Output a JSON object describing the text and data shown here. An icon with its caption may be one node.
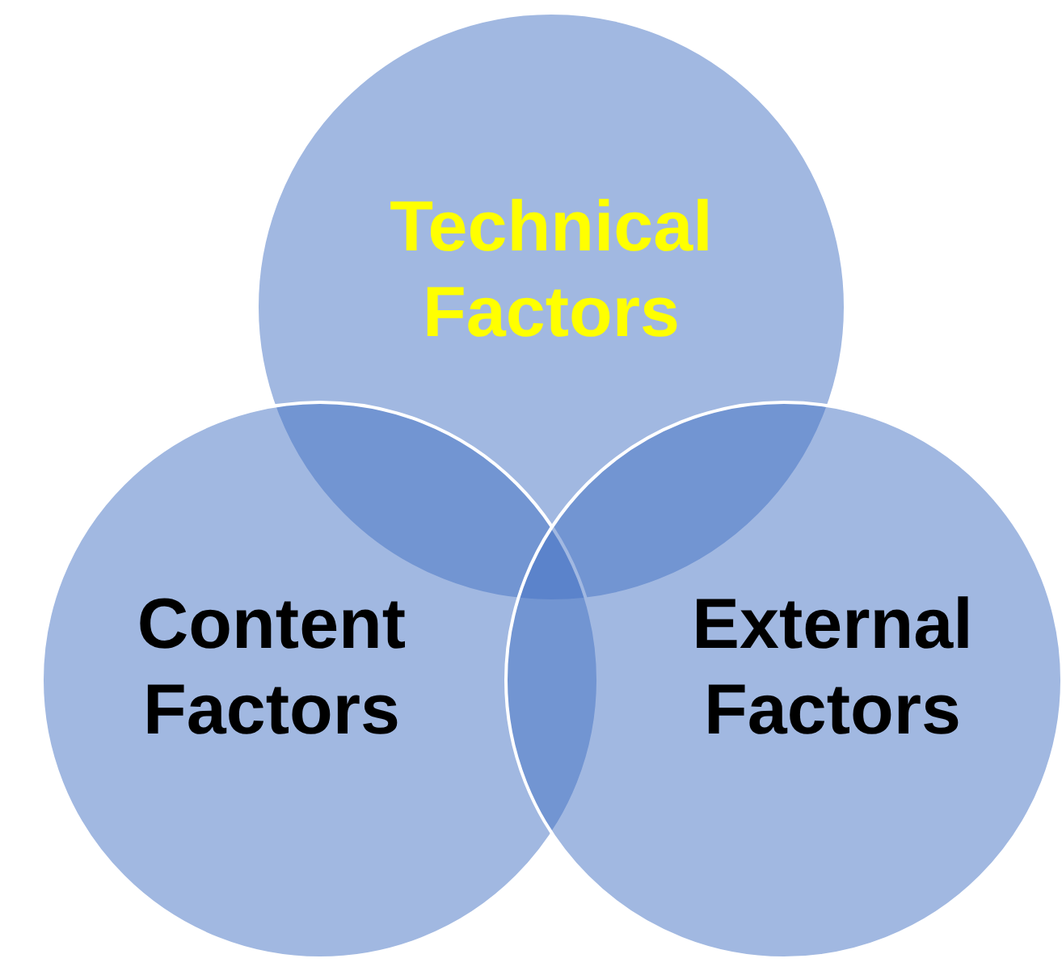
{
  "diagram": {
    "nodes": [
      {
        "text": [
          "Technical Factors"
        ]
      },
      {
        "text": [
          "Content Factors"
        ]
      },
      {
        "text": [
          "External Factors"
        ]
      }
    ]
  }
}
